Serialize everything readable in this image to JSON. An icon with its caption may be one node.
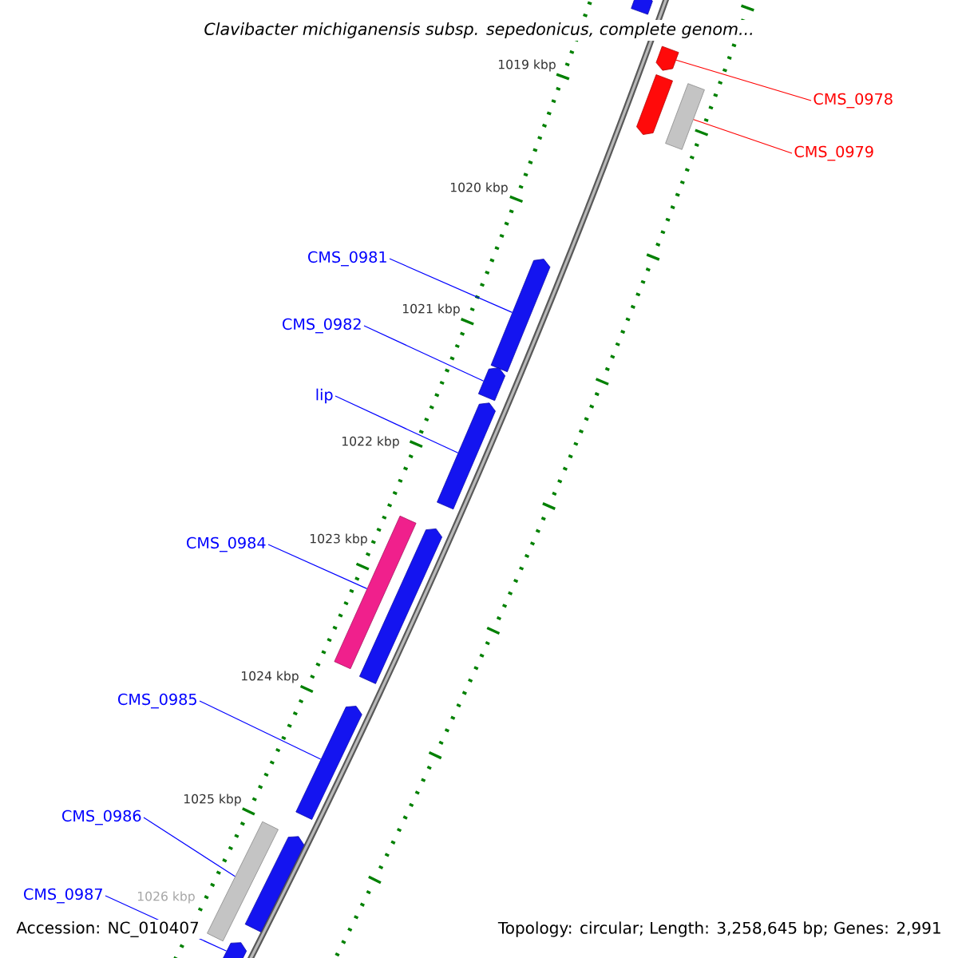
{
  "diagram": {
    "title": "Clavibacter michiganensis subsp. sepedonicus, complete genom...",
    "nodes": [
      {
        "text": [],
        "shape": "bar"
      },
      {
        "text": [],
        "shape": "bar"
      },
      {
        "text": [],
        "shape": "bar"
      },
      {
        "text": [],
        "shape": "bar"
      },
      {
        "text": [
          "CMS_0978"
        ]
      },
      {
        "text": [
          "CMS_0979"
        ]
      },
      {
        "text": [
          "CMS_0981"
        ]
      },
      {
        "text": [],
        "shape": "bar"
      },
      {
        "text": [
          "CMS_0982"
        ]
      },
      {
        "text": [],
        "shape": "bar"
      },
      {
        "text": [
          "lip"
        ]
      },
      {
        "text": [],
        "shape": "bar"
      },
      {
        "text": [
          "CMS_0984"
        ]
      },
      {
        "text": [],
        "shape": "bar"
      },
      {
        "text": [],
        "shape": "bar"
      },
      {
        "text": [
          "CMS_0985"
        ]
      },
      {
        "text": [],
        "shape": "bar"
      },
      {
        "text": [
          "CMS_0986"
        ]
      },
      {
        "text": [],
        "shape": "bar"
      },
      {
        "text": [],
        "shape": "bar"
      },
      {
        "text": [
          "CMS_0987"
        ]
      },
      {
        "text": [],
        "shape": "bar"
      }
    ],
    "edges": [
      {
        "from": 4,
        "to": 1,
        "arrow": "none",
        "color": "#ff0000"
      },
      {
        "from": 5,
        "to": 3,
        "arrow": "none",
        "color": "#ff0000"
      },
      {
        "from": 6,
        "to": 7,
        "arrow": "none"
      },
      {
        "from": 8,
        "to": 9,
        "arrow": "none"
      },
      {
        "from": 10,
        "to": 11,
        "arrow": "none"
      },
      {
        "from": 12,
        "to": 13,
        "arrow": "none"
      },
      {
        "from": 15,
        "to": 16,
        "arrow": "none"
      },
      {
        "from": 17,
        "to": 18,
        "arrow": "none"
      },
      {
        "from": 20,
        "to": 21,
        "arrow": "none"
      }
    ],
    "labels": [
      "1019 kbp",
      "1020 kbp",
      "1021 kbp",
      "1022 kbp",
      "1023 kbp",
      "1024 kbp",
      "1025 kbp",
      "1026 kbp",
      "Accession: NC_010407",
      "Topology: circular; Length: 3,258,645 bp; Genes: 2,991"
    ]
  }
}
